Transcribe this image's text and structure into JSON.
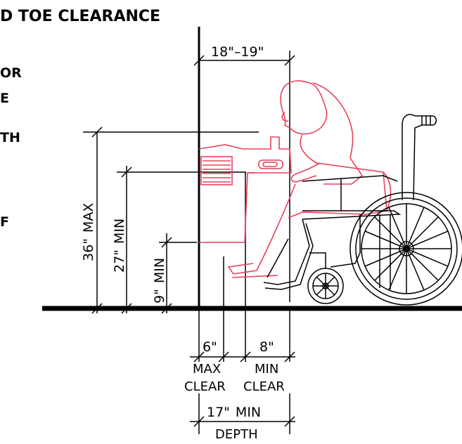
{
  "title": "D TOE CLEARANCE",
  "side_fragments": [
    "OR",
    "E",
    "TH",
    "F"
  ],
  "dimensions": {
    "top_span": "18\"–19\"",
    "height_36": "36\"",
    "height_36_suffix": "MAX",
    "height_27": "27\"",
    "height_27_suffix": "MIN",
    "height_9": "9\"",
    "height_9_suffix": "MIN",
    "left_clear_value": "6\"",
    "left_clear_line1": "MAX",
    "left_clear_line2": "CLEAR",
    "right_clear_value": "8\"",
    "right_clear_line1": "MIN",
    "right_clear_line2": "CLEAR",
    "depth_value": "17\"",
    "depth_suffix": "MIN",
    "depth_label": "DEPTH"
  },
  "colors": {
    "figure": "#e8405a",
    "lines": "#000000",
    "background": "#ffffff"
  }
}
